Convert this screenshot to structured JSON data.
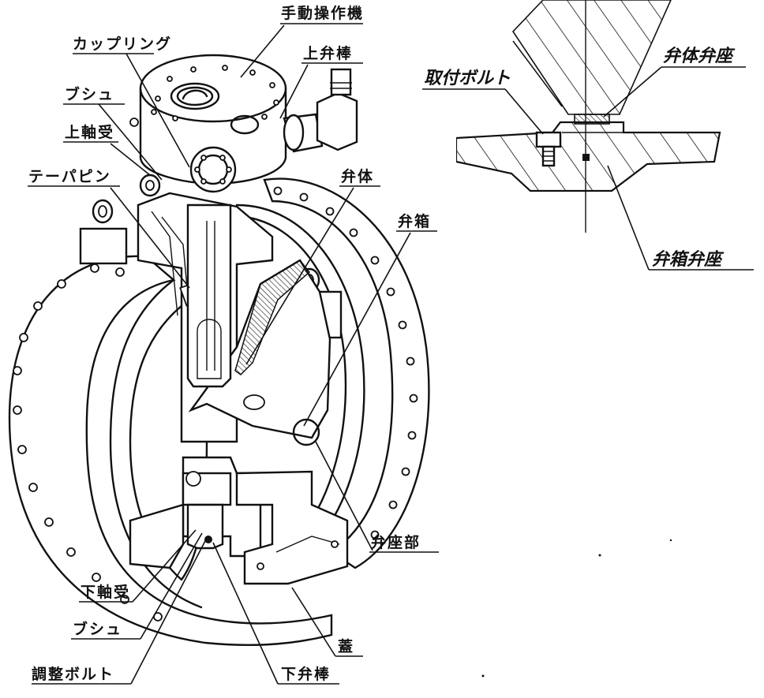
{
  "labels": {
    "manual_operator": "手動操作機",
    "coupling": "カップリング",
    "upper_stem": "上弁棒",
    "bush_upper": "ブシュ",
    "upper_bearing": "上軸受",
    "taper_pin": "テーパピン",
    "disc": "弁体",
    "valve_box": "弁箱",
    "seat_section": "弁座部",
    "lower_bearing": "下軸受",
    "bush_lower": "ブシュ",
    "adjust_bolt": "調整ボルト",
    "lower_stem": "下弁棒",
    "lid": "蓋"
  },
  "detail_labels": {
    "mounting_bolt": "取付ボルト",
    "disc_seat": "弁体弁座",
    "box_seat": "弁箱弁座"
  }
}
